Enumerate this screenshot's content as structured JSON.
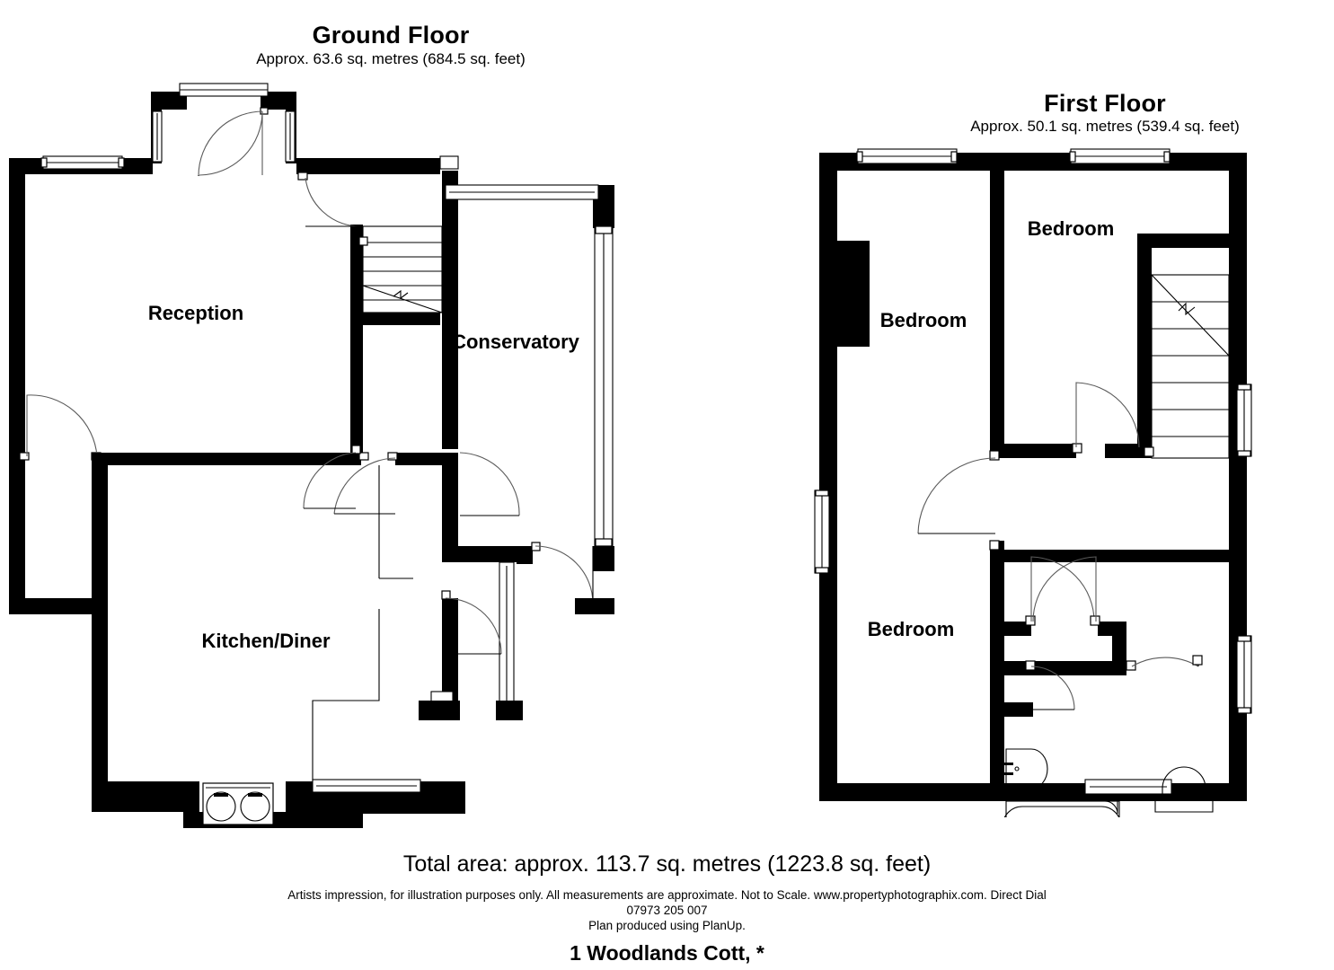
{
  "document": {
    "type": "floor-plan",
    "address": "1 Woodlands Cott, *",
    "total_area": "Total area: approx. 113.7 sq. metres (1223.8 sq. feet)",
    "disclaimer_line1": "Artists impression, for illustration purposes only. All measurements are approximate. Not to Scale. www.propertyphotographix.com. Direct Dial",
    "disclaimer_line2": "07973 205 007",
    "disclaimer_line3": "Plan produced using PlanUp."
  },
  "floors": [
    {
      "id": "ground",
      "title": "Ground Floor",
      "subtitle": "Approx. 63.6 sq. metres (684.5 sq. feet)",
      "rooms": [
        {
          "name": "Reception",
          "label": "Reception"
        },
        {
          "name": "Conservatory",
          "label": "Conservatory"
        },
        {
          "name": "Kitchen/Diner",
          "label": "Kitchen/Diner"
        }
      ]
    },
    {
      "id": "first",
      "title": "First Floor",
      "subtitle": "Approx. 50.1 sq. metres (539.4 sq. feet)",
      "rooms": [
        {
          "name": "Bedroom 1",
          "label": "Bedroom"
        },
        {
          "name": "Bedroom 2",
          "label": "Bedroom"
        },
        {
          "name": "Bedroom 3",
          "label": "Bedroom"
        }
      ]
    }
  ],
  "colors": {
    "wall": "#000000",
    "background": "#ffffff",
    "swing": "#5a5a5a"
  }
}
